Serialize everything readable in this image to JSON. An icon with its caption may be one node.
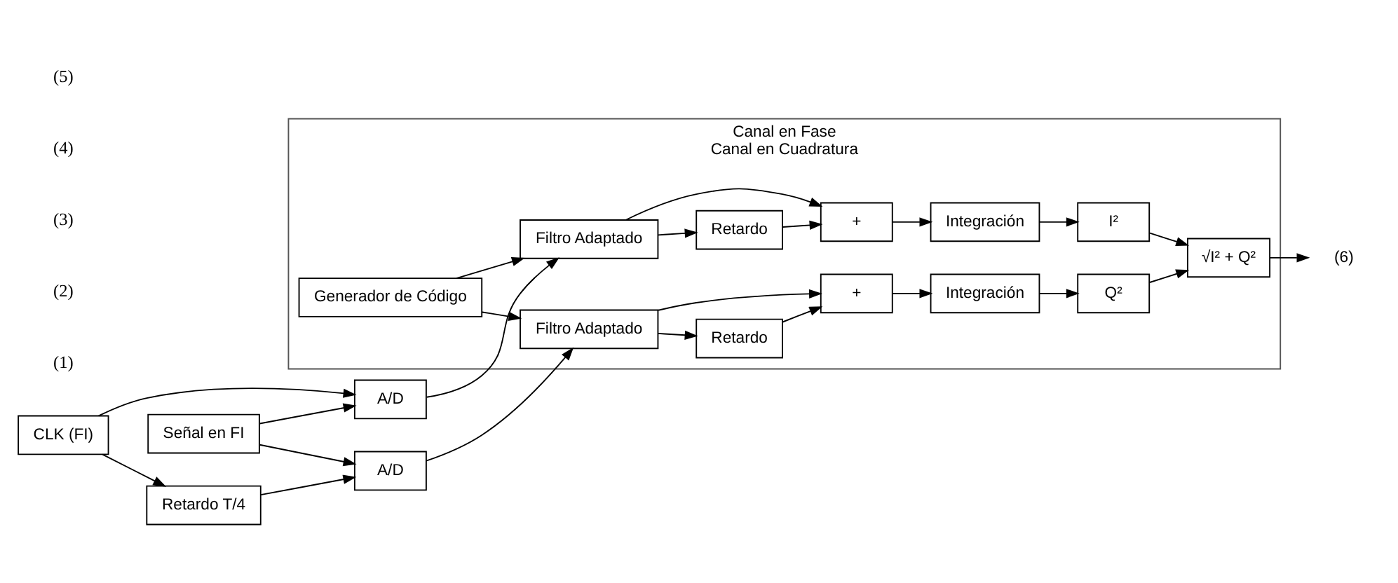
{
  "diagram": {
    "nodes": [
      {
        "text": [
          "Canal en Fase",
          "Canal en Cuadratura"
        ]
      },
      {
        "text": [
          "Señal en FI"
        ]
      },
      {
        "text": [
          "A/D"
        ]
      },
      {
        "text": [
          "A/D"
        ]
      },
      {
        "text": [
          "CLK (FI)"
        ]
      },
      {
        "text": [
          "Retardo T/4"
        ]
      },
      {
        "text": [
          "Filtro Adaptado"
        ],
        "in": 0
      },
      {
        "text": [
          "Generador de Código"
        ],
        "in": 0
      },
      {
        "text": [
          "Filtro Adaptado"
        ],
        "in": 0
      },
      {
        "text": [
          "Retardo"
        ],
        "in": 0
      },
      {
        "text": [
          "+"
        ],
        "in": 0
      },
      {
        "text": [
          "Integración"
        ],
        "in": 0
      },
      {
        "text": [
          "I²"
        ],
        "in": 0
      },
      {
        "text": [
          "Retardo"
        ],
        "in": 0
      },
      {
        "text": [
          "+"
        ],
        "in": 0
      },
      {
        "text": [
          "Integración"
        ],
        "in": 0
      },
      {
        "text": [
          "Q²"
        ],
        "in": 0
      },
      {
        "text": [
          "√I² + Q²"
        ],
        "in": 0
      },
      {
        "text": [
          "(6)"
        ]
      }
    ],
    "edges": [
      {
        "from": 1,
        "to": 2,
        "arrow": "to"
      },
      {
        "from": 1,
        "to": 3,
        "arrow": "to"
      },
      {
        "from": 4,
        "to": 2,
        "arrow": "to"
      },
      {
        "from": 4,
        "to": 5,
        "arrow": "to"
      },
      {
        "from": 5,
        "to": 3,
        "arrow": "to"
      },
      {
        "from": 2,
        "to": 6,
        "arrow": "to"
      },
      {
        "from": 3,
        "to": 8,
        "arrow": "to"
      },
      {
        "from": 7,
        "to": 6,
        "arrow": "to"
      },
      {
        "from": 7,
        "to": 8,
        "arrow": "to"
      },
      {
        "from": 6,
        "to": 9,
        "arrow": "to"
      },
      {
        "from": 6,
        "to": 10,
        "arrow": "to"
      },
      {
        "from": 9,
        "to": 10,
        "arrow": "to"
      },
      {
        "from": 10,
        "to": 11,
        "arrow": "to"
      },
      {
        "from": 11,
        "to": 12,
        "arrow": "to"
      },
      {
        "from": 12,
        "to": 17,
        "arrow": "to"
      },
      {
        "from": 8,
        "to": 13,
        "arrow": "to"
      },
      {
        "from": 8,
        "to": 14,
        "arrow": "to"
      },
      {
        "from": 13,
        "to": 14,
        "arrow": "to"
      },
      {
        "from": 14,
        "to": 15,
        "arrow": "to"
      },
      {
        "from": 15,
        "to": 16,
        "arrow": "to"
      },
      {
        "from": 16,
        "to": 17,
        "arrow": "to"
      },
      {
        "from": 17,
        "to": 18,
        "arrow": "to"
      }
    ],
    "labels": [
      "(1)",
      "(2)",
      "(3)",
      "(4)",
      "(5)"
    ]
  }
}
